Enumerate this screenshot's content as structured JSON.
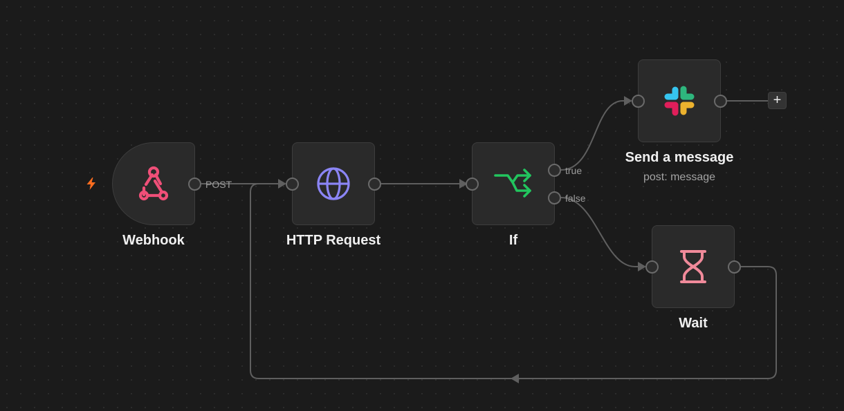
{
  "nodes": {
    "webhook": {
      "title": "Webhook",
      "icon": "webhook-icon",
      "color": "#ef4f78"
    },
    "http_request": {
      "title": "HTTP Request",
      "icon": "globe-icon",
      "color": "#8b85f5"
    },
    "if": {
      "title": "If",
      "icon": "branch-arrows-icon",
      "color": "#22c55e"
    },
    "send_message": {
      "title": "Send a message",
      "subtitle": "post: message",
      "icon": "slack-icon"
    },
    "wait": {
      "title": "Wait",
      "icon": "hourglass-icon",
      "color": "#f08a9a"
    }
  },
  "edges": {
    "webhook_output_label": "POST",
    "if_true_label": "true",
    "if_false_label": "false"
  },
  "add_node_label": "+",
  "trigger_icon": "lightning-bolt-icon",
  "colors": {
    "canvas": "#1b1b1b",
    "node_bg": "#2a2a2a",
    "connector": "#5f5f5f",
    "trigger_bolt": "#ff6d1f"
  }
}
